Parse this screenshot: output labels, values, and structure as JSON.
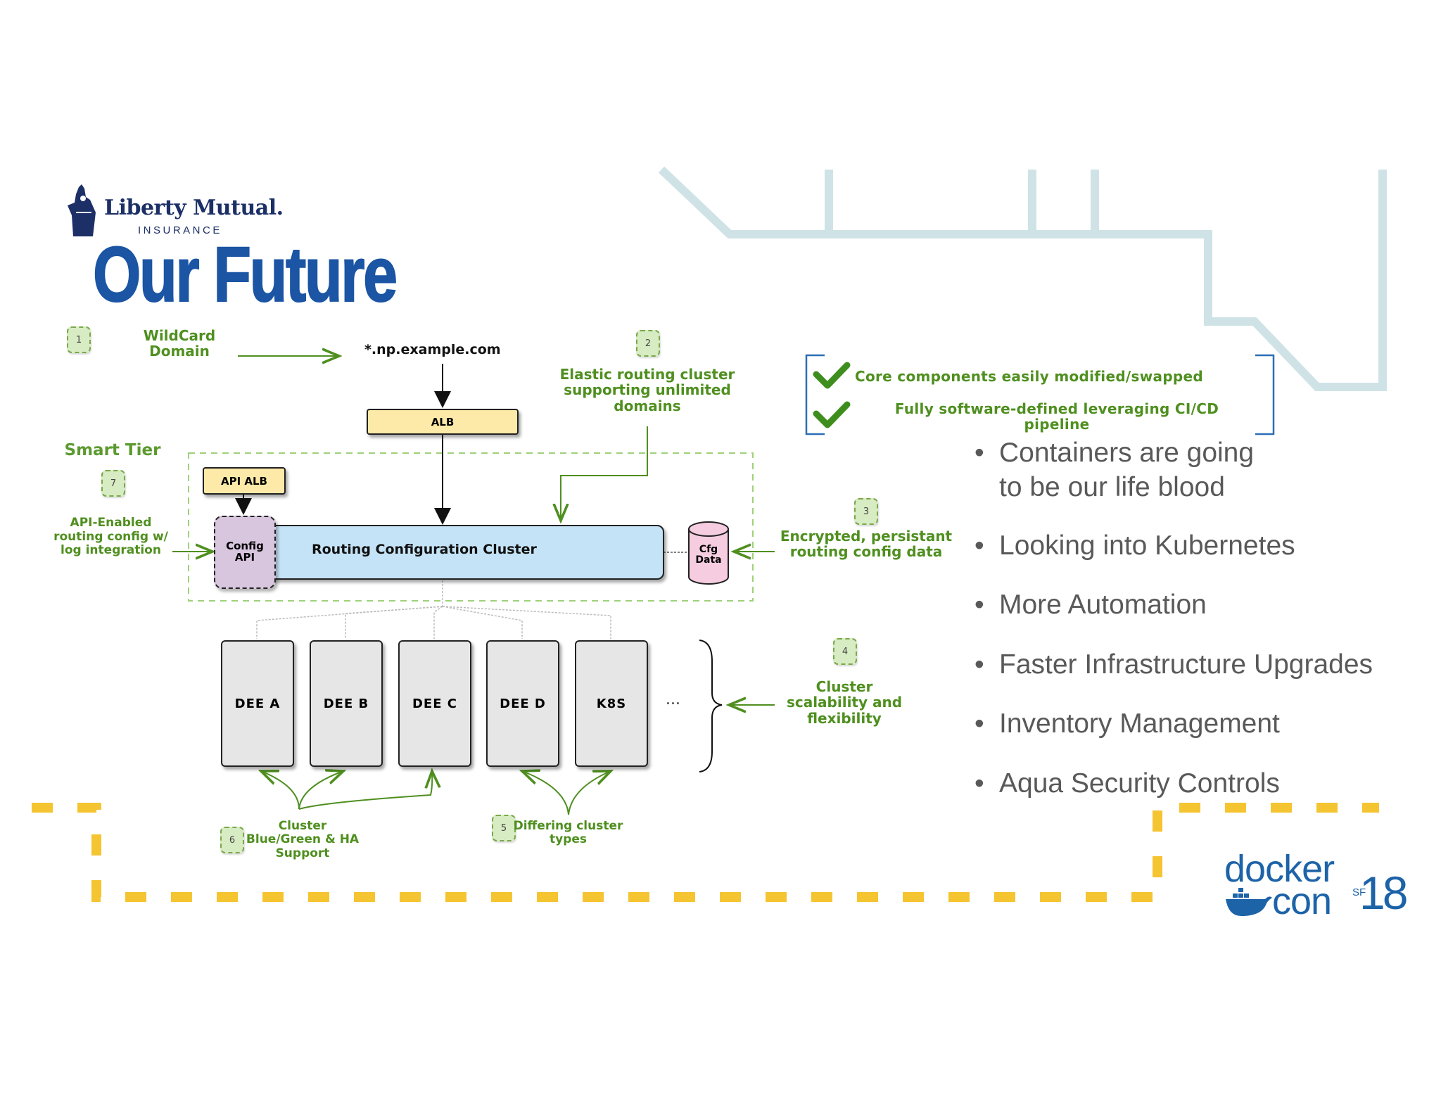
{
  "logo": {
    "brand": "Liberty Mutual.",
    "sub": "INSURANCE"
  },
  "title": "Our Future",
  "side_label": "Smart Tier",
  "badges": [
    "1",
    "2",
    "3",
    "4",
    "5",
    "6",
    "7"
  ],
  "callouts": {
    "wildcard": "WildCard Domain",
    "elastic": "Elastic routing cluster supporting unlimited domains",
    "api_enabled": "API-Enabled routing config w/ log integration",
    "encrypted": "Encrypted, persistant routing config data",
    "scalability": "Cluster scalability and flexibility",
    "bluegreen": "Cluster Blue/Green & HA Support",
    "differing": "Differing cluster types"
  },
  "nodes": {
    "domain": "*.np.example.com",
    "alb": "ALB",
    "api_alb": "API ALB",
    "config_api": "Config API",
    "routing_cluster": "Routing Configuration Cluster",
    "cfg_data": "Cfg Data",
    "clusters": [
      "DEE A",
      "DEE B",
      "DEE C",
      "DEE D",
      "K8S"
    ],
    "ellipsis": "..."
  },
  "checklist": [
    "Core components easily modified/swapped",
    "Fully software-defined leveraging CI/CD pipeline"
  ],
  "bullets": [
    [
      "Containers are going",
      "to be our life blood"
    ],
    [
      "Looking into Kubernetes"
    ],
    [
      "More Automation"
    ],
    [
      "Faster Infrastructure Upgrades"
    ],
    [
      "Inventory Management"
    ],
    [
      "Aqua Security Controls"
    ]
  ],
  "event_logo": {
    "line1": "docker",
    "line2": "con",
    "sup": "SF",
    "year": "18"
  },
  "colors": {
    "title_blue": "#1b55a4",
    "green": "#4f8f1f",
    "teal_deco": "#cfe3e6",
    "yellow_dash": "#f5c431",
    "cluster_fill": "#c5e3f6",
    "config_api_fill": "#d8c5de",
    "cfg_data_fill": "#f6cde0"
  }
}
